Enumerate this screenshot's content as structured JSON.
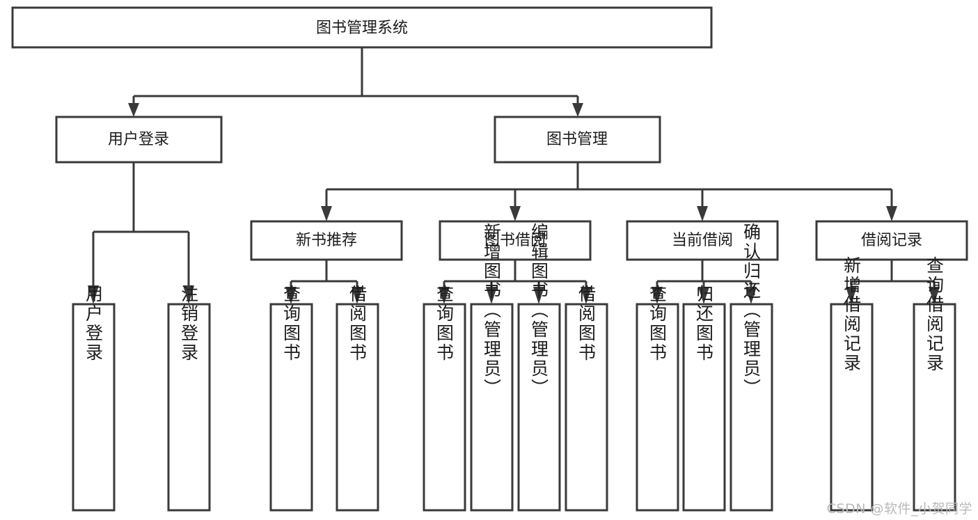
{
  "diagram": {
    "title": "图书管理系统",
    "theme": {
      "box_fill": "#ffffff",
      "box_stroke": "#3a3a3a",
      "text_color": "#1b1b1b",
      "background": "#ffffff",
      "watermark_color": "#b9b9b9"
    },
    "root": {
      "label": "图书管理系统"
    },
    "level2": [
      {
        "label": "用户登录"
      },
      {
        "label": "图书管理"
      }
    ],
    "level3": [
      {
        "label": "新书推荐"
      },
      {
        "label": "图书借阅"
      },
      {
        "label": "当前借阅"
      },
      {
        "label": "借阅记录"
      }
    ],
    "leaves": {
      "user_login": [
        {
          "label": "用户登录"
        },
        {
          "label": "注销登录"
        }
      ],
      "new_book_recommend": [
        {
          "label": "查询图书"
        },
        {
          "label": "借阅图书"
        }
      ],
      "book_borrow": [
        {
          "label": "查询图书"
        },
        {
          "label": "新增图书（管理员）"
        },
        {
          "label": "编辑图书（管理员）"
        },
        {
          "label": "借阅图书"
        }
      ],
      "current_borrow": [
        {
          "label": "查询图书"
        },
        {
          "label": "归还图书"
        },
        {
          "label": "确认归还（管理员）"
        }
      ],
      "borrow_record": [
        {
          "label": "新增借阅记录"
        },
        {
          "label": "查询借阅记录"
        }
      ]
    }
  },
  "watermark": {
    "text": "CSDN @软件_小贺同学"
  }
}
